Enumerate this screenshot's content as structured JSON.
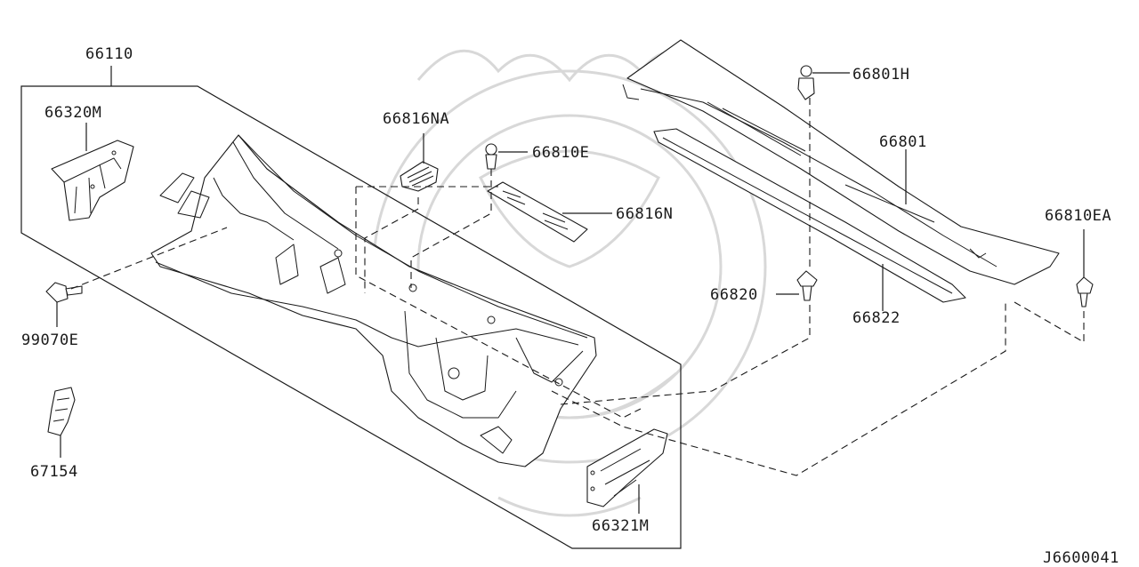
{
  "diagram": {
    "drawing_code": "J6600041",
    "callouts": {
      "panel_66110": "66110",
      "bracket_66320M": "66320M",
      "grille_66816NA": "66816NA",
      "clip_66810E": "66810E",
      "grille_66816N": "66816N",
      "clip_66801H": "66801H",
      "cowl_top_66801": "66801",
      "clip_66810EA": "66810EA",
      "clip_66820": "66820",
      "seal_66822": "66822",
      "clip_99070E": "99070E",
      "bracket_67154": "67154",
      "bracket_66321M": "66321M"
    }
  }
}
